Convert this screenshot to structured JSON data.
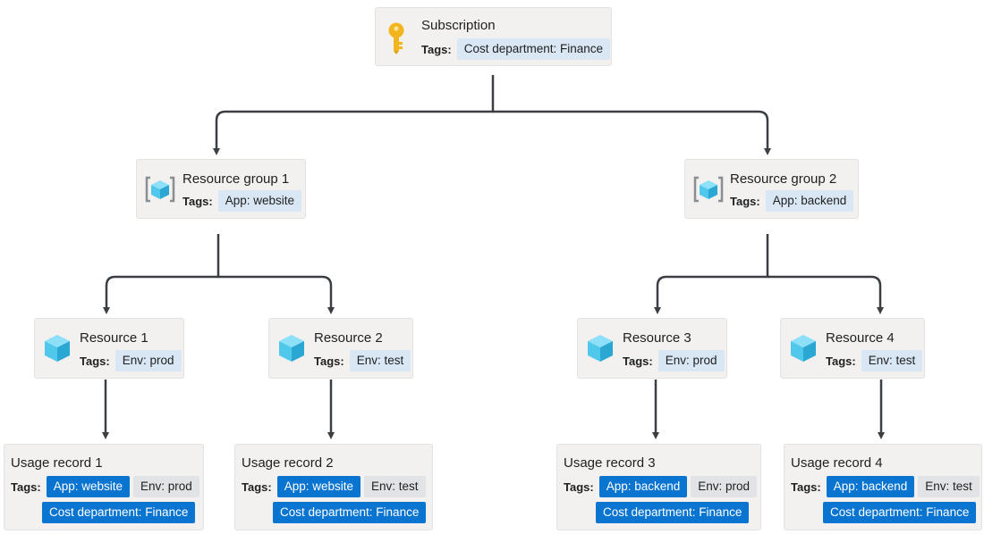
{
  "diagram": {
    "tags_label": "Tags:",
    "subscription": {
      "title": "Subscription",
      "tags": [
        "Cost department: Finance"
      ],
      "icon": "key-icon"
    },
    "resource_groups": [
      {
        "title": "Resource group 1",
        "tags": [
          "App: website"
        ],
        "icon": "resource-group-icon"
      },
      {
        "title": "Resource group 2",
        "tags": [
          "App: backend"
        ],
        "icon": "resource-group-icon"
      }
    ],
    "resources": [
      {
        "title": "Resource 1",
        "tags": [
          "Env: prod"
        ],
        "icon": "cube-icon"
      },
      {
        "title": "Resource 2",
        "tags": [
          "Env: test"
        ],
        "icon": "cube-icon"
      },
      {
        "title": "Resource 3",
        "tags": [
          "Env: prod"
        ],
        "icon": "cube-icon"
      },
      {
        "title": "Resource 4",
        "tags": [
          "Env: test"
        ],
        "icon": "cube-icon"
      }
    ],
    "usage_records": [
      {
        "title": "Usage record 1",
        "tags": [
          "App: website",
          "Env: prod",
          "Cost department: Finance"
        ]
      },
      {
        "title": "Usage record 2",
        "tags": [
          "App: website",
          "Env: test",
          "Cost department: Finance"
        ]
      },
      {
        "title": "Usage record 3",
        "tags": [
          "App: backend",
          "Env: prod",
          "Cost department: Finance"
        ]
      },
      {
        "title": "Usage record 4",
        "tags": [
          "App: backend",
          "Env: test",
          "Cost department: Finance"
        ]
      }
    ],
    "colors": {
      "node_bg": "#f2f1f0",
      "tag_inherited": "#0a74d1",
      "tag_own": "#e1e3e6",
      "tag_light": "#d9e7f5",
      "connector": "#3b3f44",
      "key": "#f2b51d",
      "cube": "#50c8ec"
    }
  }
}
